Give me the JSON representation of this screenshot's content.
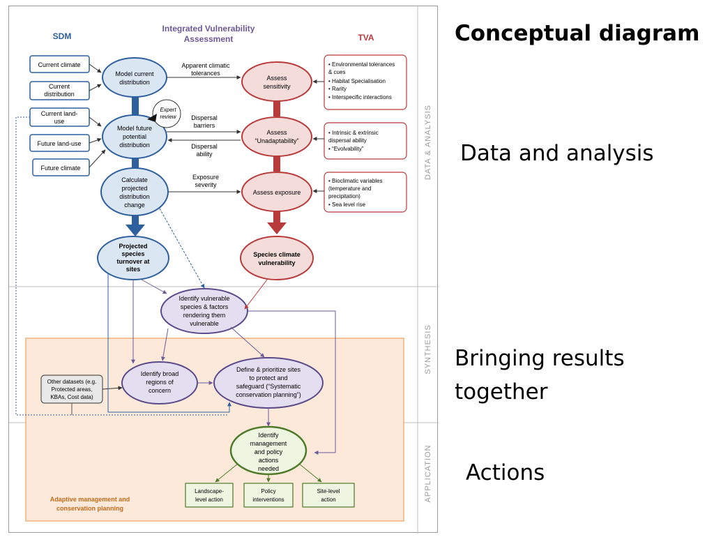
{
  "slide": {
    "title": "Conceptual diagram",
    "data_and_analysis": "Data and analysis",
    "bringing_line1": "Bringing results",
    "bringing_line2": "together",
    "actions": "Actions"
  },
  "diagram": {
    "header_sdm": "SDM",
    "header_iva_line1": "Integrated Vulnerability",
    "header_iva_line2": "Assessment",
    "header_tva": "TVA",
    "section_data_analysis": "DATA & ANALYSIS",
    "section_synthesis": "SYNTHESIS",
    "section_application": "APPLICATION",
    "inputs": {
      "current_climate": "Current climate",
      "current_distribution": [
        "Current",
        "distribution"
      ],
      "current_land_use": [
        "Current land-",
        "use"
      ],
      "future_land_use": "Future land-use",
      "future_climate": "Future climate"
    },
    "sdm_nodes": {
      "model_current": [
        "Model current",
        "distribution"
      ],
      "model_future": [
        "Model future",
        "potential",
        "distribution"
      ],
      "calc_change": [
        "Calculate",
        "projected",
        "distribution",
        "change"
      ],
      "projected_turnover": [
        "Projected",
        "species",
        "turnover at",
        "sites"
      ]
    },
    "expert_review": [
      "Expert",
      "review"
    ],
    "links": {
      "apparent": [
        "Apparent climatic",
        "tolerances"
      ],
      "dispersal_barriers": [
        "Dispersal",
        "barriers"
      ],
      "dispersal_ability": [
        "Dispersal",
        "ability"
      ],
      "exposure_severity": [
        "Exposure",
        "severity"
      ]
    },
    "tva_nodes": {
      "assess_sensitivity": [
        "Assess",
        "sensitivity"
      ],
      "assess_unadaptability": [
        "Assess",
        "“Unadaptability”"
      ],
      "assess_exposure": "Assess exposure",
      "species_vulnerability": [
        "Species climate",
        "vulnerability"
      ]
    },
    "tva_boxes": {
      "sensitivity": [
        "• Environmental tolerances",
        "& cues",
        "• Habitat Specialisation",
        "• Rarity",
        "• Interspecific interactions"
      ],
      "unadaptability": [
        "•  Intrinsic & extrinsic",
        "dispersal ability",
        "• “Evolvability”"
      ],
      "exposure": [
        "• Bioclimatic variables",
        "(temperature and",
        "precipitation)",
        "• Sea level rise"
      ]
    },
    "synthesis": {
      "identify_vulnerable": [
        "Identify vulnerable",
        "species & factors",
        "rendering them",
        "vulnerable"
      ],
      "identify_broad": [
        "Identify broad",
        "regions of",
        "concern"
      ],
      "define_sites": [
        "Define & prioritize sites",
        "to protect and",
        "safeguard (“Systematic",
        "conservation planning”)"
      ],
      "other_datasets": [
        "Other datasets (e.g.",
        "Protected areas,",
        "KBAs, Cost data)"
      ]
    },
    "application": {
      "identify_actions": [
        "Identify",
        "management",
        "and policy",
        "actions",
        "needed"
      ],
      "landscape": [
        "Landscape-",
        "level action"
      ],
      "policy": [
        "Policy",
        "interventions"
      ],
      "site": [
        "Site-level",
        "action"
      ],
      "adaptive": [
        "Adaptive management and",
        "conservation planning"
      ]
    }
  },
  "colors": {
    "blue_stroke": "#2e5f9e",
    "blue_fill": "#dbe6f3",
    "red_stroke": "#b83a3a",
    "red_fill": "#f4dcda",
    "purple_stroke": "#5b4a8a",
    "purple_fill": "#e4dff0",
    "green_stroke": "#4e7a2a",
    "green_fill": "#eef6e2",
    "orange_fill": "#fde9d9",
    "orange_stroke": "#f2b07a"
  }
}
